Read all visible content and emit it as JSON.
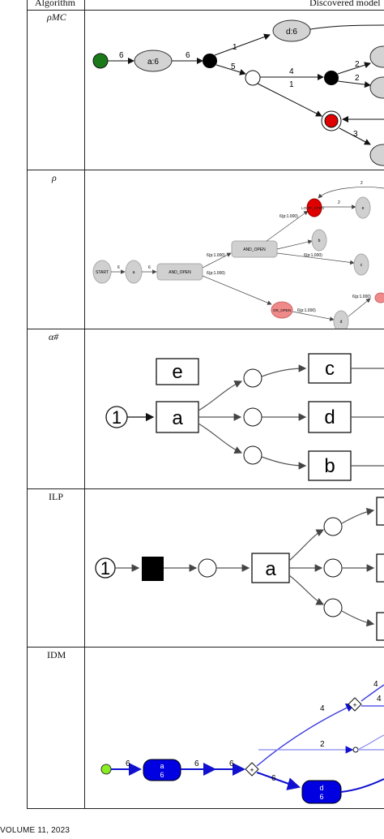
{
  "table": {
    "header_algorithm": "Algorithm",
    "header_model": "Discovered model"
  },
  "rows": [
    {
      "algorithm": "ρMC",
      "nodes": {
        "d": "d:6",
        "a": "a:6"
      },
      "edges": {
        "start_a": "6",
        "a_black": "6",
        "black_d": "1",
        "black_white": "5",
        "white_black": "4",
        "black_white_back": "1",
        "right_top": "2",
        "right_bottom": "2",
        "red_down": "3"
      }
    },
    {
      "algorithm": "ρ",
      "nodes": {
        "start": "START",
        "a": "a",
        "and_open1": "AND_OPEN",
        "and_open2": "AND_OPEN",
        "loop_open": "LOOP_OPEN",
        "or_open": "OR_OPEN",
        "b": "b",
        "c": "c",
        "d": "d",
        "e": "e"
      },
      "edges": {
        "start_a": "6",
        "a_and": "6",
        "prob": "6(p:1.000)",
        "loop_e": "2",
        "top_two": "2"
      }
    },
    {
      "algorithm": "α#",
      "nodes": {
        "start": "1",
        "a": "a",
        "e": "e",
        "c": "c",
        "d": "d",
        "b": "b"
      }
    },
    {
      "algorithm": "ILP",
      "nodes": {
        "start": "1",
        "a": "a"
      }
    },
    {
      "algorithm": "IDM",
      "nodes": {
        "a": "a",
        "a_count": "6",
        "d": "d",
        "d_count": "6"
      },
      "edges": {
        "start_a": "6",
        "a_next": "6",
        "next_gw": "6",
        "gw_up": "4",
        "gw_mid": "2",
        "gw_down": "6",
        "top_four": "4",
        "top_four2": "4"
      }
    }
  ],
  "footer": "VOLUME 11, 2023",
  "colors": {
    "green": "#1a7a1a",
    "red": "#e00000",
    "gray": "#d0d0d0",
    "blue": "#0000e0",
    "lime": "#88ee22"
  }
}
